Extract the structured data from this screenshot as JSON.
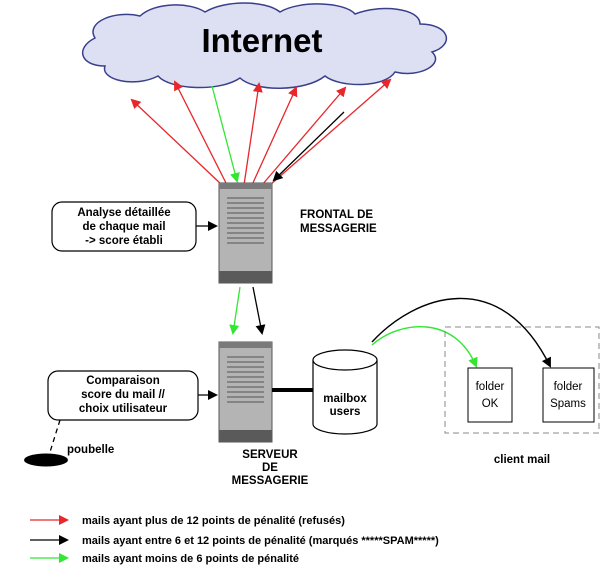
{
  "cloud_label": "Internet",
  "frontal": {
    "label_line1": "FRONTAL DE",
    "label_line2": "MESSAGERIE"
  },
  "serveur": {
    "label_line1": "SERVEUR",
    "label_line2": "DE",
    "label_line3": "MESSAGERIE"
  },
  "analyse_box": {
    "line1": "Analyse détaillée",
    "line2": "de chaque mail",
    "line3": "-> score établi"
  },
  "comparaison_box": {
    "line1": "Comparaison",
    "line2": "score du mail //",
    "line3": "choix utilisateur"
  },
  "poubelle_label": "poubelle",
  "mailbox": {
    "line1": "mailbox",
    "line2": "users"
  },
  "folder_ok": {
    "line1": "folder",
    "line2": "OK"
  },
  "folder_spams": {
    "line1": "folder",
    "line2": "Spams"
  },
  "client_label": "client mail",
  "legend": [
    {
      "color": "#e8262b",
      "text": "mails ayant plus de 12 points de pénalité (refusés)"
    },
    {
      "color": "#000000",
      "text": "mails ayant entre 6 et 12 points de pénalité (marqués *****SPAM*****)"
    },
    {
      "color": "#33e633",
      "text": "mails ayant moins de 6 points de pénalité"
    }
  ],
  "colors": {
    "red": "#e8262b",
    "black": "#000000",
    "green": "#33e633",
    "cloud_fill": "#dde0f2"
  }
}
